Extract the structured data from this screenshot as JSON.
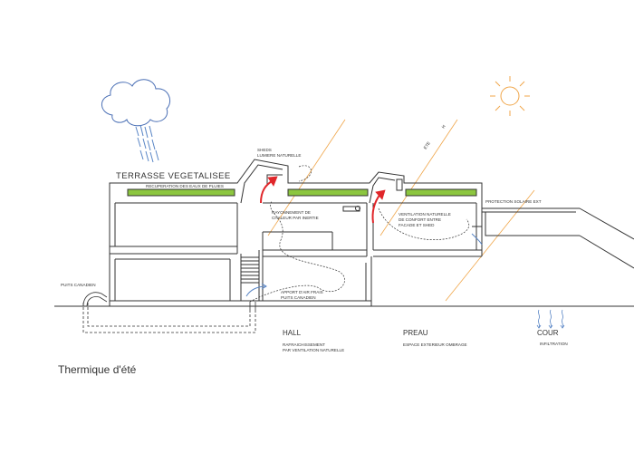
{
  "title": "Thermique d'été",
  "labels": {
    "terrasse": "TERRASSE VEGETALISEE",
    "recuperation": "RECUPERATION DES EAUX DE PLUIES",
    "sheds_1": "SHEDS",
    "sheds_2": "LUMIERE NATURELLE",
    "rayonnement_1": "RAYONNEMENT DE",
    "rayonnement_2": "CHALEUR PAR INERTIE",
    "apport_1": "APPORT D'AIR FRAIS",
    "apport_2": "PUITS CANADIEN",
    "puits": "PUITS CANADIEN",
    "ventilation_1": "VENTILATION NATURELLE",
    "ventilation_2": "DE CONFORT ENTRE",
    "ventilation_3": "FACADE ET SHED",
    "protection": "PROTECTION SOLAIRE EXT",
    "ete": "ETE",
    "hiver": "H",
    "hall": "HALL",
    "hall_sub_1": "RAFRAICHISSEMENT",
    "hall_sub_2": "PAR VENTILATION NATURELLE",
    "preau": "PREAU",
    "preau_sub": "ESPACE EXTERIEUR OMBRAGE",
    "cour": "COUR",
    "cour_sub": "INFILTRATION"
  },
  "colors": {
    "line": "#333333",
    "roof_green": "#8cc63f",
    "sun": "#f0a64a",
    "rain": "#5a86c6",
    "cloud": "#4a6fb5",
    "arrow_red": "#e0262a"
  },
  "icons": [
    "cloud-icon",
    "rain-icon",
    "sun-icon",
    "water-infiltration-icon"
  ]
}
